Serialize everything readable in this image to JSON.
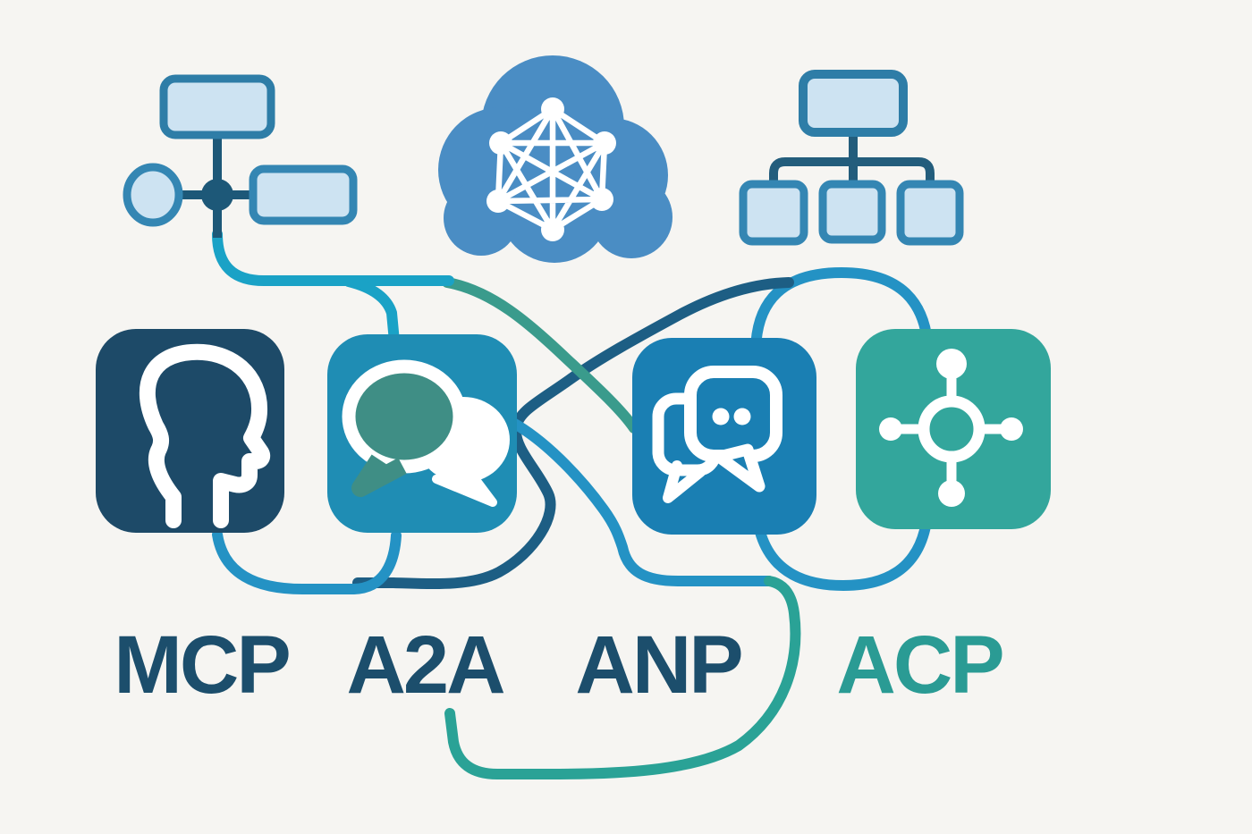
{
  "diagram": {
    "background_color": "#f6f5f2",
    "protocols": [
      {
        "label": "MCP",
        "tile_color": "#1d4a68",
        "label_color": "#1c4e6c",
        "icon": "head-profile-icon"
      },
      {
        "label": "A2A",
        "tile_color": "#1f8db4",
        "label_color": "#1c4e6c",
        "icon": "chat-bubbles-icon",
        "bubble_color": "#3f8e85"
      },
      {
        "label": "ANP",
        "tile_color": "#1a7fb3",
        "label_color": "#1c4e6c",
        "icon": "speech-bubbles-dots-icon"
      },
      {
        "label": "ACP",
        "tile_color": "#33a69c",
        "label_color": "#2a9b94",
        "icon": "hub-spoke-icon"
      }
    ],
    "motifs": {
      "flowchart": {
        "fill": "#cde3f2",
        "border": "#2e7da7",
        "border_alt": "#3486b3",
        "connector": "#1d5878"
      },
      "cloud_network": {
        "cloud_color": "#4a8dc4",
        "network_color": "#ffffff"
      },
      "org_tree": {
        "fill": "#cde3f2",
        "border": "#2e7da7",
        "border_alt": "#3486b3",
        "connector": "#235d7c"
      }
    },
    "connector_colors": {
      "cyan": "#1aa2c6",
      "azure": "#2492c4",
      "dark_blue": "#1d5e84",
      "teal": "#2aa296",
      "teal_green": "#3a9b8c"
    },
    "icon_white": "#ffffff"
  }
}
